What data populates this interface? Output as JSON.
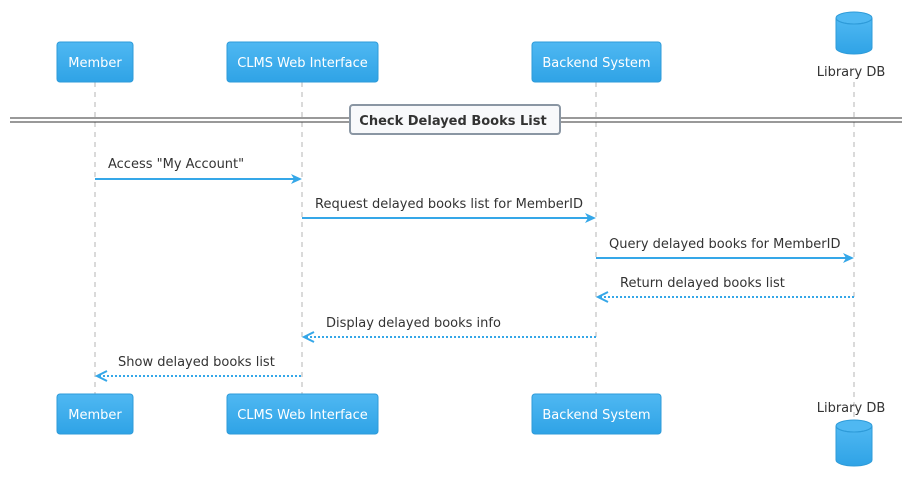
{
  "participants": [
    {
      "id": "member",
      "label": "Member",
      "kind": "box"
    },
    {
      "id": "web",
      "label": "CLMS Web Interface",
      "kind": "box"
    },
    {
      "id": "backend",
      "label": "Backend System",
      "kind": "box"
    },
    {
      "id": "db",
      "label": "Library DB",
      "kind": "database"
    }
  ],
  "divider": {
    "label": "Check Delayed Books List"
  },
  "messages": [
    {
      "from": "member",
      "to": "web",
      "label": "Access \"My Account\"",
      "style": "solid"
    },
    {
      "from": "web",
      "to": "backend",
      "label": "Request delayed books list for MemberID",
      "style": "solid"
    },
    {
      "from": "backend",
      "to": "db",
      "label": "Query delayed books for MemberID",
      "style": "solid"
    },
    {
      "from": "db",
      "to": "backend",
      "label": "Return delayed books list",
      "style": "dotted"
    },
    {
      "from": "backend",
      "to": "web",
      "label": "Display delayed books info",
      "style": "dotted"
    },
    {
      "from": "web",
      "to": "member",
      "label": "Show delayed books list",
      "style": "dotted"
    }
  ],
  "colors": {
    "accent": "#35A7E8",
    "box_fill": "#44B3F0",
    "lifeline": "#B5B5B5",
    "text": "#333333",
    "divider_border": "#8A96A3"
  }
}
